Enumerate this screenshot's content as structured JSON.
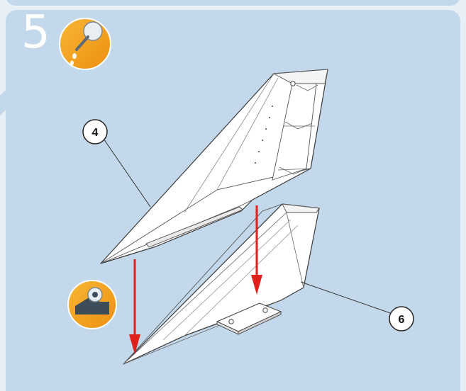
{
  "step": {
    "number": "5"
  },
  "icons": {
    "glue": "glue-icon",
    "tape": "tape-icon"
  },
  "callouts": [
    {
      "label": "4"
    },
    {
      "label": "6"
    }
  ],
  "colors": {
    "panel": "#c3d8ea",
    "icon_orange": "#f4a21b",
    "arrow_red": "#e0201b"
  }
}
